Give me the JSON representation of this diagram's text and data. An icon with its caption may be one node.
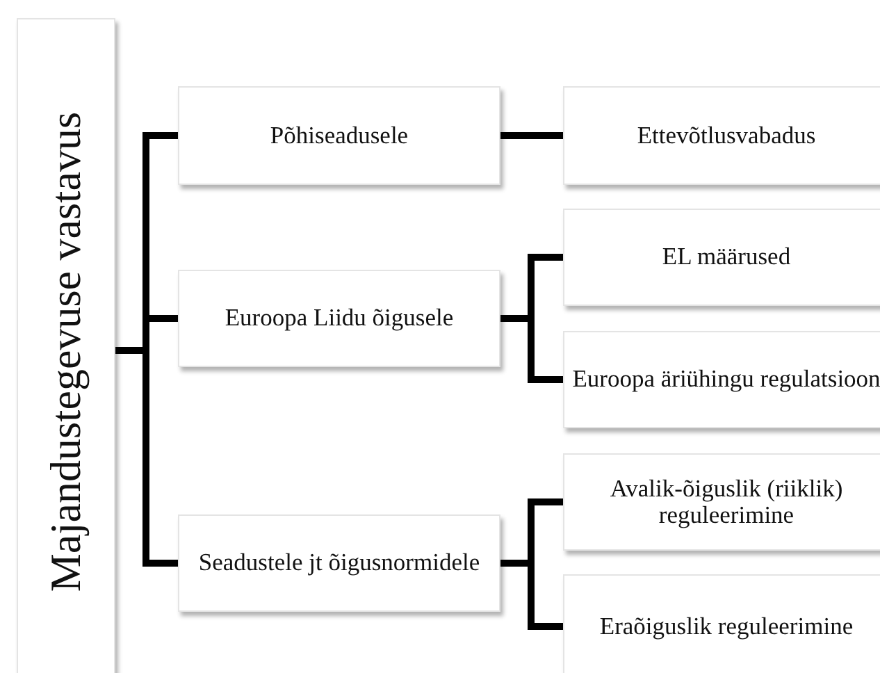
{
  "diagram": {
    "nodes": [
      {
        "text": [
          "Majandustegevuse vastavus"
        ]
      },
      {
        "text": [
          "Põhiseadusele"
        ]
      },
      {
        "text": [
          "Euroopa Liidu õigusele"
        ]
      },
      {
        "text": [
          "Seadustele jt õigusnormidele"
        ]
      },
      {
        "text": [
          "Ettevõtlusvabadus"
        ]
      },
      {
        "text": [
          "EL määrused"
        ]
      },
      {
        "text": [
          "Euroopa äriühingu regulatsioon"
        ]
      },
      {
        "text": [
          "Avalik-õiguslik (riiklik) reguleerimine"
        ]
      },
      {
        "text": [
          "Eraõiguslik reguleerimine"
        ]
      }
    ],
    "edges": [
      {
        "from": 0,
        "to": 1,
        "arrow": "none"
      },
      {
        "from": 0,
        "to": 2,
        "arrow": "none"
      },
      {
        "from": 0,
        "to": 3,
        "arrow": "none"
      },
      {
        "from": 1,
        "to": 4,
        "arrow": "none"
      },
      {
        "from": 2,
        "to": 5,
        "arrow": "none"
      },
      {
        "from": 2,
        "to": 6,
        "arrow": "none"
      },
      {
        "from": 3,
        "to": 7,
        "arrow": "none"
      },
      {
        "from": 3,
        "to": 8,
        "arrow": "none"
      }
    ]
  }
}
